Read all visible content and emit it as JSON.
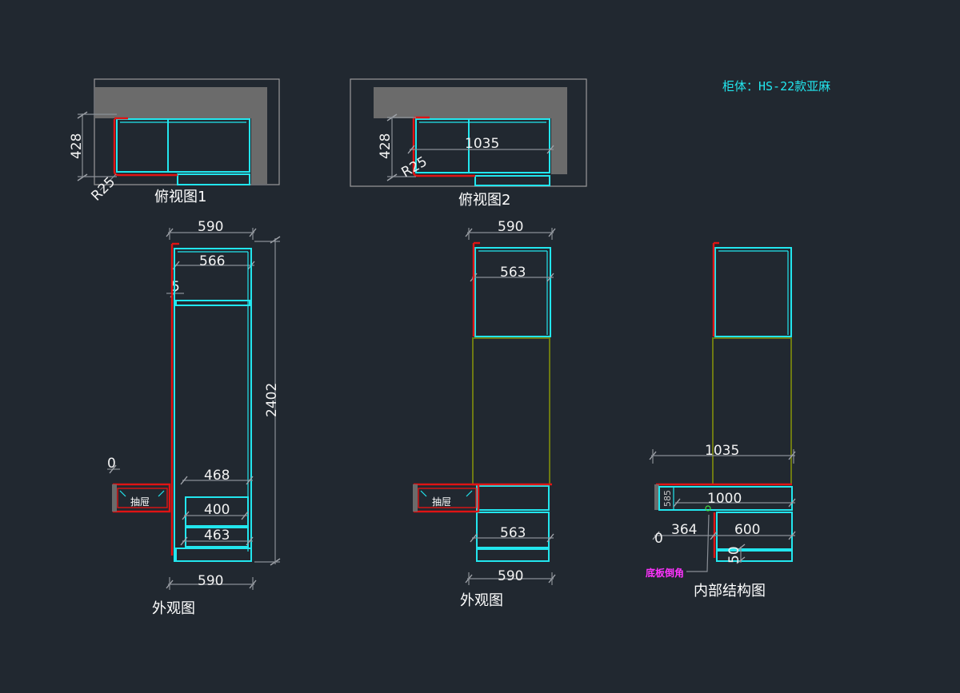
{
  "header": {
    "cabinet_label": "柜体：HS-22款亚麻"
  },
  "views": {
    "top1": {
      "title": "俯视图1",
      "dim_depth": "428",
      "dim_radius": "R25"
    },
    "top2": {
      "title": "俯视图2",
      "dim_depth": "428",
      "dim_radius": "R25",
      "dim_width": "1035"
    },
    "elev1": {
      "title": "外观图",
      "dim_top": "590",
      "dim_inner": "566",
      "dim_gap": "5",
      "dim_height": "2402",
      "dim_drawer_shelf": "468",
      "dim_drawer_1": "400",
      "dim_drawer_2": "463",
      "dim_bottom": "590",
      "dim_zero": "0",
      "handle_label": "抽屉"
    },
    "elev2": {
      "title": "外观图",
      "dim_top": "590",
      "dim_upper": "563",
      "dim_lower": "563",
      "dim_bottom": "590",
      "handle_label": "抽屉"
    },
    "internal": {
      "title": "内部结构图",
      "dim_total": "1035",
      "dim_inner": "1000",
      "dim_side": "364",
      "dim_right": "600",
      "dim_zero": "0",
      "dim_small": "50",
      "dim_tag": "585",
      "callout": "底板倒角"
    }
  },
  "colors": {
    "background": "#212830",
    "cabinet_line": "#22e6ee",
    "door_line": "#e01414",
    "appliance_line": "#6e7a12",
    "wall": "#6b6b6b",
    "dimension": "#8a8f96",
    "callout": "#ff33ff"
  }
}
